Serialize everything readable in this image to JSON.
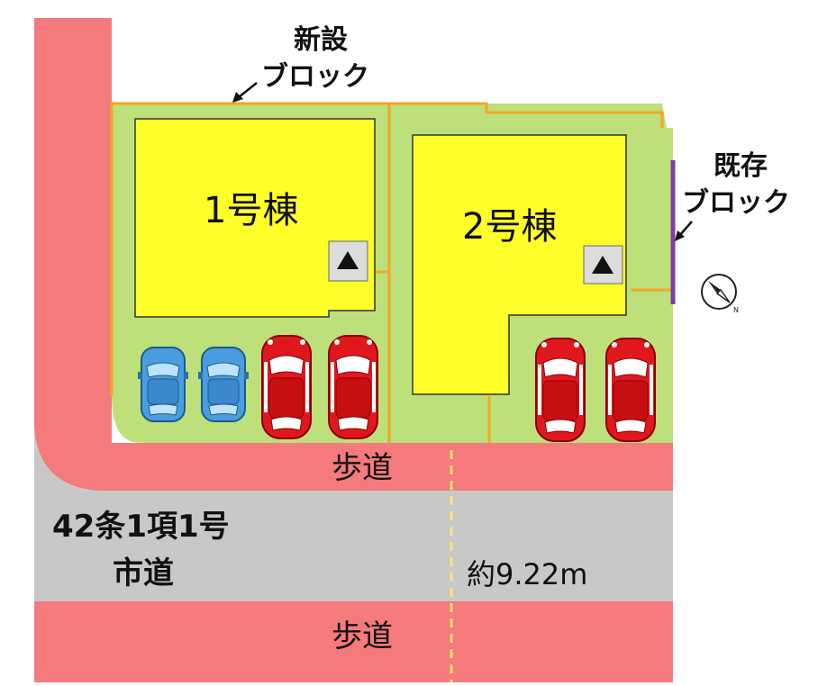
{
  "labels": {
    "new_block_line1": "新設",
    "new_block_line2": "ブロック",
    "existing_block_line1": "既存",
    "existing_block_line2": "ブロック",
    "building_1": "1号棟",
    "building_2": "2号棟",
    "sidewalk_top": "歩道",
    "sidewalk_bottom": "歩道",
    "road_class": "42条1項1号",
    "road_type": "市道",
    "road_width": "約9.22m"
  },
  "icons": {
    "entrance": "entrance-triangle-icon",
    "compass": "compass-icon",
    "compass_letter": "N",
    "car_blue": "car-blue-icon",
    "car_red": "car-red-icon"
  },
  "colors": {
    "sidewalk": "#f47a7c",
    "road": "#c8c8c8",
    "lot": "#bde07a",
    "building": "#ffff2a",
    "boundary": "#f5a623",
    "existing_block": "#7b3fa6",
    "road_centerline": "#ffe56b",
    "car_blue": "#4a9de0",
    "car_red": "#e0181e"
  },
  "parking": {
    "lot_1": [
      "car-blue",
      "car-blue",
      "car-red",
      "car-red"
    ],
    "lot_2": [
      "car-red",
      "car-red"
    ]
  }
}
